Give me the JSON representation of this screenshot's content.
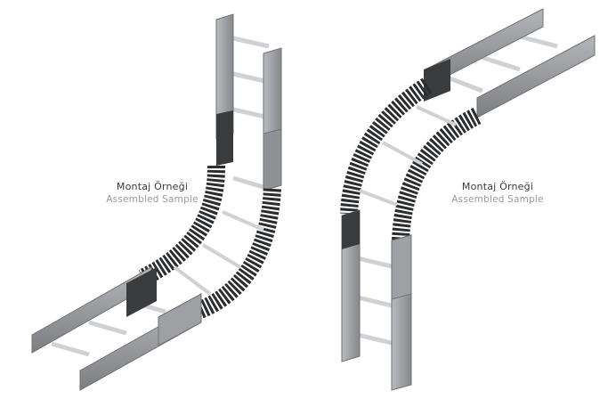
{
  "captions": [
    {
      "turkish": "Montaj Örneği",
      "english": "Assembled Sample"
    },
    {
      "turkish": "Montaj Örneği",
      "english": "Assembled Sample"
    }
  ],
  "colors": {
    "background": "#ffffff",
    "rail": "#9ea0a3",
    "rail_dark": "#6f7175",
    "rung": "#c9cbce",
    "flex_link": "#2b2c2e",
    "splice_plate": "#3a3b3d",
    "caption_primary": "#3a3a3a",
    "caption_secondary": "#9a9a9a"
  }
}
